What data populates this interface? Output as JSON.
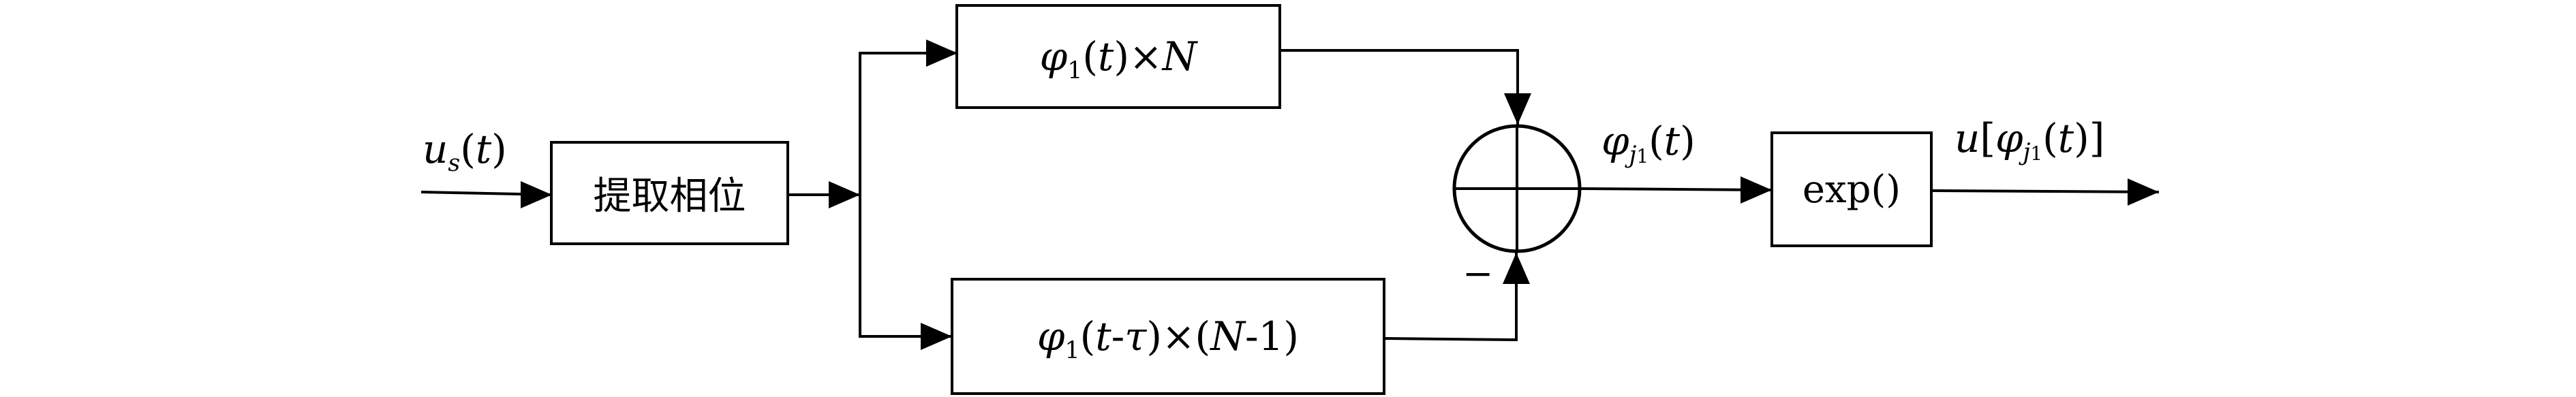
{
  "input_signal": "u_s(t)",
  "blocks": {
    "extract_phase": "提取相位",
    "top_multiply": "φ1(t)×N",
    "bottom_multiply": "φ1(t-τ)×(N-1)",
    "exp": "exp()"
  },
  "summer": {
    "minus_sign": "−"
  },
  "signals": {
    "sum_output": "φ_{j1}(t)",
    "final_output": "u[φ_{j1}(t)]"
  }
}
